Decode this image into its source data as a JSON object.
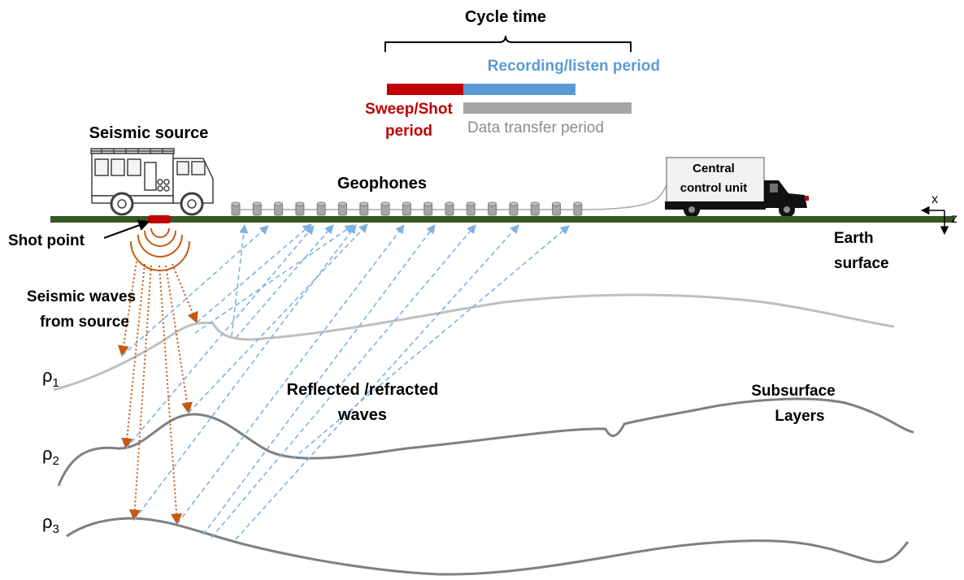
{
  "cycle": {
    "title": "Cycle time",
    "recording_label": "Recording/listen period",
    "sweep_label_line1": "Sweep/Shot",
    "sweep_label_line2": "period",
    "transfer_label": "Data transfer period"
  },
  "labels": {
    "seismic_source": "Seismic source",
    "geophones": "Geophones",
    "shot_point": "Shot point",
    "earth_surface_line1": "Earth",
    "earth_surface_line2": "surface",
    "waves_line1": "Seismic waves",
    "waves_line2": "from source",
    "reflected_line1": "Reflected /refracted",
    "reflected_line2": "waves",
    "subsurface_line1": "Subsurface",
    "subsurface_line2": "Layers",
    "central_line1": "Central",
    "central_line2": "control unit"
  },
  "axes": {
    "x": "x",
    "z": "z"
  },
  "layers": [
    {
      "symbol": "ρ",
      "sub": "1"
    },
    {
      "symbol": "ρ",
      "sub": "2"
    },
    {
      "symbol": "ρ",
      "sub": "3"
    }
  ],
  "colors": {
    "sweep": "#c00000",
    "recording": "#5b9bd5",
    "transfer": "#a6a6a6",
    "ground": "#375623",
    "source_wave": "#c55a11",
    "reflected_wave": "#7fb2e0",
    "layer1": "#bfbfbf",
    "layer2": "#808080",
    "layer3": "#808080"
  },
  "icons": [
    "fire-truck-icon",
    "pickup-truck-icon",
    "geophone-icon",
    "axes-icon"
  ],
  "geophone_count": 17
}
